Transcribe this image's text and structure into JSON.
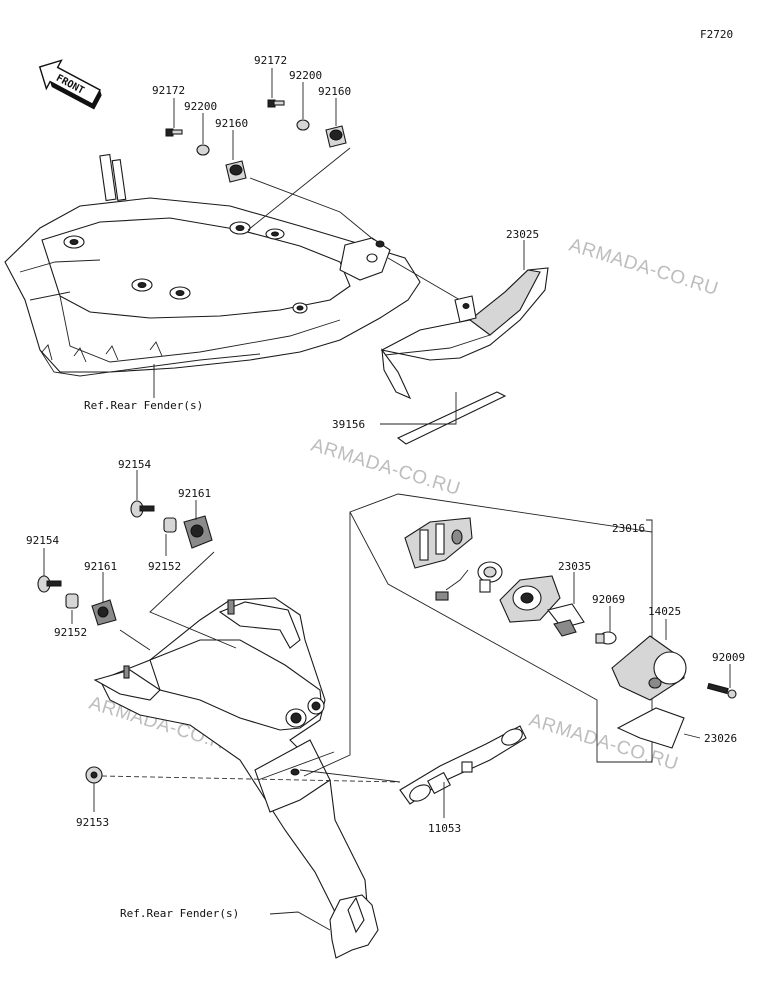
{
  "figure_id": "F2720",
  "front_label": "FRONT",
  "watermark": "ARMADA-CO.RU",
  "callouts": {
    "p92172_a": "92172",
    "p92200_a": "92200",
    "p92160_a": "92160",
    "p92172_b": "92172",
    "p92200_b": "92200",
    "p92160_b": "92160",
    "p23025": "23025",
    "p39156": "39156",
    "ref_rear_fender_top": "Ref.Rear Fender(s)",
    "p92154_a": "92154",
    "p92161_a": "92161",
    "p92152_a": "92152",
    "p92154_b": "92154",
    "p92161_b": "92161",
    "p92152_b": "92152",
    "p92153": "92153",
    "p23016": "23016",
    "p23035": "23035",
    "p92069": "92069",
    "p14025": "14025",
    "p92009": "92009",
    "p23026": "23026",
    "p11053": "11053",
    "ref_rear_fender_bottom": "Ref.Rear Fender(s)"
  }
}
